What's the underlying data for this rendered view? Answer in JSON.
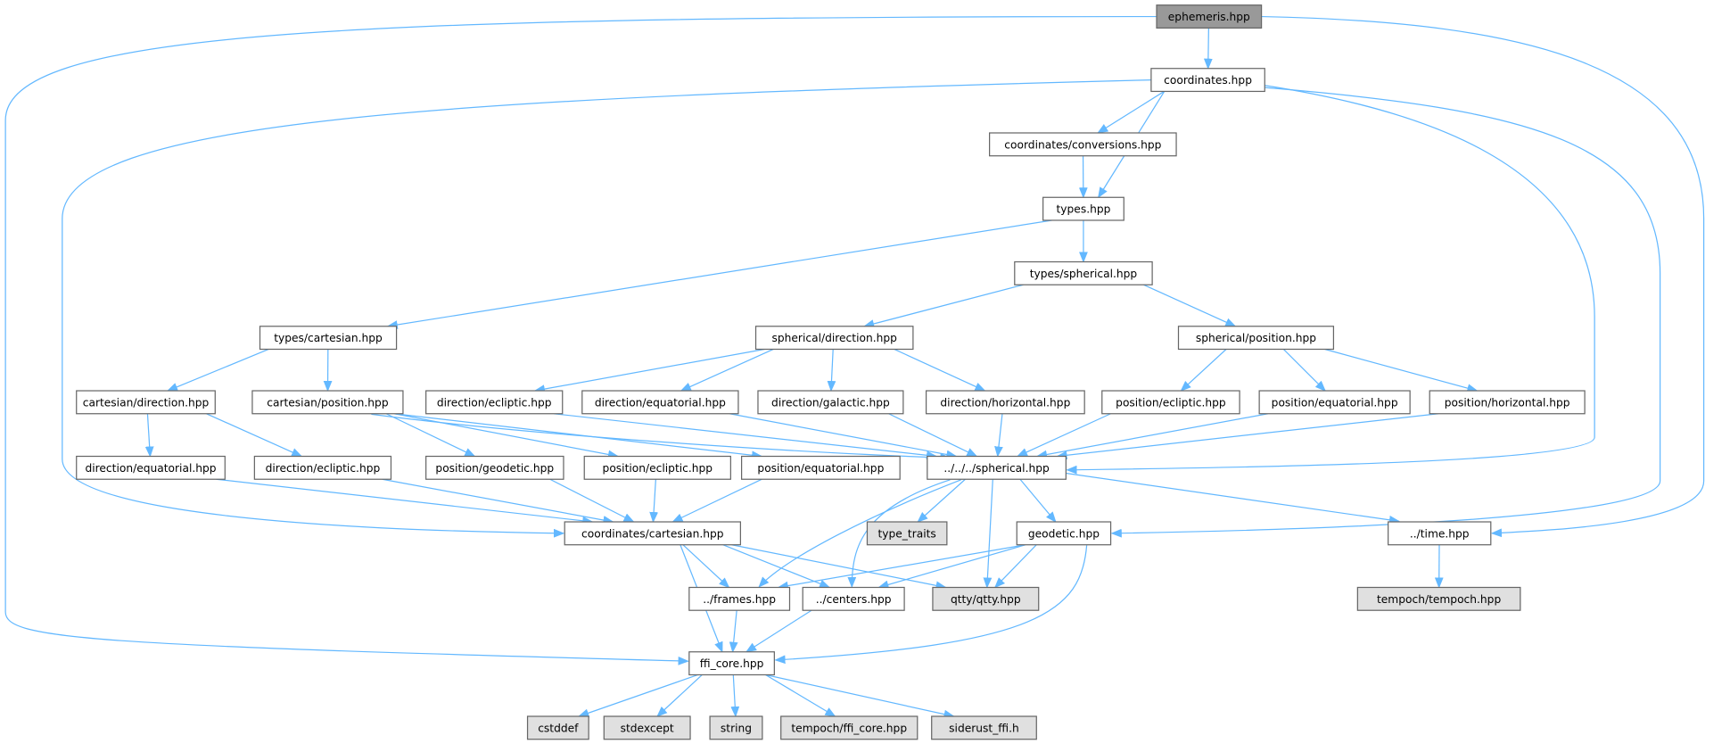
{
  "title": "ephemeris.hpp include dependency graph",
  "colors": {
    "edge": "#63b8ff",
    "root_fill": "#999999",
    "node_fill": "#ffffff",
    "external_fill": "#e0e0e0",
    "border": "#666666"
  },
  "nodes": [
    {
      "id": "ephemeris",
      "label": "ephemeris.hpp",
      "kind": "root"
    },
    {
      "id": "coordinates",
      "label": "coordinates.hpp",
      "kind": "normal"
    },
    {
      "id": "conversions",
      "label": "coordinates/conversions.hpp",
      "kind": "normal"
    },
    {
      "id": "types",
      "label": "types.hpp",
      "kind": "normal"
    },
    {
      "id": "types_spherical",
      "label": "types/spherical.hpp",
      "kind": "normal"
    },
    {
      "id": "types_cartesian",
      "label": "types/cartesian.hpp",
      "kind": "normal"
    },
    {
      "id": "sph_direction",
      "label": "spherical/direction.hpp",
      "kind": "normal"
    },
    {
      "id": "sph_position",
      "label": "spherical/position.hpp",
      "kind": "normal"
    },
    {
      "id": "cart_direction",
      "label": "cartesian/direction.hpp",
      "kind": "normal"
    },
    {
      "id": "cart_position",
      "label": "cartesian/position.hpp",
      "kind": "normal"
    },
    {
      "id": "s_dir_ecliptic",
      "label": "direction/ecliptic.hpp",
      "kind": "normal"
    },
    {
      "id": "s_dir_equatorial",
      "label": "direction/equatorial.hpp",
      "kind": "normal"
    },
    {
      "id": "s_dir_galactic",
      "label": "direction/galactic.hpp",
      "kind": "normal"
    },
    {
      "id": "s_dir_horizontal",
      "label": "direction/horizontal.hpp",
      "kind": "normal"
    },
    {
      "id": "s_pos_ecliptic",
      "label": "position/ecliptic.hpp",
      "kind": "normal"
    },
    {
      "id": "s_pos_equatorial",
      "label": "position/equatorial.hpp",
      "kind": "normal"
    },
    {
      "id": "s_pos_horizontal",
      "label": "position/horizontal.hpp",
      "kind": "normal"
    },
    {
      "id": "c_dir_equatorial",
      "label": "direction/equatorial.hpp",
      "kind": "normal"
    },
    {
      "id": "c_dir_ecliptic",
      "label": "direction/ecliptic.hpp",
      "kind": "normal"
    },
    {
      "id": "c_pos_geodetic",
      "label": "position/geodetic.hpp",
      "kind": "normal"
    },
    {
      "id": "c_pos_ecliptic",
      "label": "position/ecliptic.hpp",
      "kind": "normal"
    },
    {
      "id": "c_pos_equatorial",
      "label": "position/equatorial.hpp",
      "kind": "normal"
    },
    {
      "id": "spherical",
      "label": "../../../spherical.hpp",
      "kind": "normal"
    },
    {
      "id": "coord_cartesian",
      "label": "coordinates/cartesian.hpp",
      "kind": "normal"
    },
    {
      "id": "type_traits",
      "label": "type_traits",
      "kind": "external"
    },
    {
      "id": "geodetic",
      "label": "geodetic.hpp",
      "kind": "normal"
    },
    {
      "id": "time",
      "label": "../time.hpp",
      "kind": "normal"
    },
    {
      "id": "frames",
      "label": "../frames.hpp",
      "kind": "normal"
    },
    {
      "id": "centers",
      "label": "../centers.hpp",
      "kind": "normal"
    },
    {
      "id": "qtty",
      "label": "qtty/qtty.hpp",
      "kind": "external"
    },
    {
      "id": "tempoch",
      "label": "tempoch/tempoch.hpp",
      "kind": "external"
    },
    {
      "id": "ffi_core",
      "label": "ffi_core.hpp",
      "kind": "normal"
    },
    {
      "id": "cstddef",
      "label": "cstddef",
      "kind": "external"
    },
    {
      "id": "stdexcept",
      "label": "stdexcept",
      "kind": "external"
    },
    {
      "id": "string",
      "label": "string",
      "kind": "external"
    },
    {
      "id": "tempoch_ffi_core",
      "label": "tempoch/ffi_core.hpp",
      "kind": "external"
    },
    {
      "id": "siderust_ffi",
      "label": "siderust_ffi.h",
      "kind": "external"
    }
  ],
  "edges": [
    [
      "ephemeris",
      "coordinates"
    ],
    [
      "ephemeris",
      "ffi_core"
    ],
    [
      "ephemeris",
      "time"
    ],
    [
      "coordinates",
      "conversions"
    ],
    [
      "coordinates",
      "types"
    ],
    [
      "coordinates",
      "coord_cartesian"
    ],
    [
      "coordinates",
      "spherical"
    ],
    [
      "coordinates",
      "geodetic"
    ],
    [
      "conversions",
      "types"
    ],
    [
      "types",
      "types_spherical"
    ],
    [
      "types",
      "types_cartesian"
    ],
    [
      "types_spherical",
      "sph_direction"
    ],
    [
      "types_spherical",
      "sph_position"
    ],
    [
      "types_cartesian",
      "cart_direction"
    ],
    [
      "types_cartesian",
      "cart_position"
    ],
    [
      "sph_direction",
      "s_dir_ecliptic"
    ],
    [
      "sph_direction",
      "s_dir_equatorial"
    ],
    [
      "sph_direction",
      "s_dir_galactic"
    ],
    [
      "sph_direction",
      "s_dir_horizontal"
    ],
    [
      "sph_position",
      "s_pos_ecliptic"
    ],
    [
      "sph_position",
      "s_pos_equatorial"
    ],
    [
      "sph_position",
      "s_pos_horizontal"
    ],
    [
      "cart_direction",
      "c_dir_equatorial"
    ],
    [
      "cart_direction",
      "c_dir_ecliptic"
    ],
    [
      "cart_position",
      "c_pos_geodetic"
    ],
    [
      "cart_position",
      "c_pos_ecliptic"
    ],
    [
      "cart_position",
      "c_pos_equatorial"
    ],
    [
      "cart_position",
      "spherical"
    ],
    [
      "s_dir_ecliptic",
      "spherical"
    ],
    [
      "s_dir_equatorial",
      "spherical"
    ],
    [
      "s_dir_galactic",
      "spherical"
    ],
    [
      "s_dir_horizontal",
      "spherical"
    ],
    [
      "s_pos_ecliptic",
      "spherical"
    ],
    [
      "s_pos_equatorial",
      "spherical"
    ],
    [
      "s_pos_horizontal",
      "spherical"
    ],
    [
      "c_dir_equatorial",
      "coord_cartesian"
    ],
    [
      "c_dir_ecliptic",
      "coord_cartesian"
    ],
    [
      "c_pos_geodetic",
      "coord_cartesian"
    ],
    [
      "c_pos_ecliptic",
      "coord_cartesian"
    ],
    [
      "c_pos_equatorial",
      "coord_cartesian"
    ],
    [
      "spherical",
      "type_traits"
    ],
    [
      "spherical",
      "geodetic"
    ],
    [
      "spherical",
      "time"
    ],
    [
      "spherical",
      "frames"
    ],
    [
      "spherical",
      "centers"
    ],
    [
      "spherical",
      "qtty"
    ],
    [
      "coord_cartesian",
      "frames"
    ],
    [
      "coord_cartesian",
      "centers"
    ],
    [
      "coord_cartesian",
      "qtty"
    ],
    [
      "coord_cartesian",
      "ffi_core"
    ],
    [
      "geodetic",
      "frames"
    ],
    [
      "geodetic",
      "centers"
    ],
    [
      "geodetic",
      "qtty"
    ],
    [
      "geodetic",
      "ffi_core"
    ],
    [
      "frames",
      "ffi_core"
    ],
    [
      "centers",
      "ffi_core"
    ],
    [
      "time",
      "tempoch"
    ],
    [
      "ffi_core",
      "cstddef"
    ],
    [
      "ffi_core",
      "stdexcept"
    ],
    [
      "ffi_core",
      "string"
    ],
    [
      "ffi_core",
      "tempoch_ffi_core"
    ],
    [
      "ffi_core",
      "siderust_ffi"
    ]
  ]
}
